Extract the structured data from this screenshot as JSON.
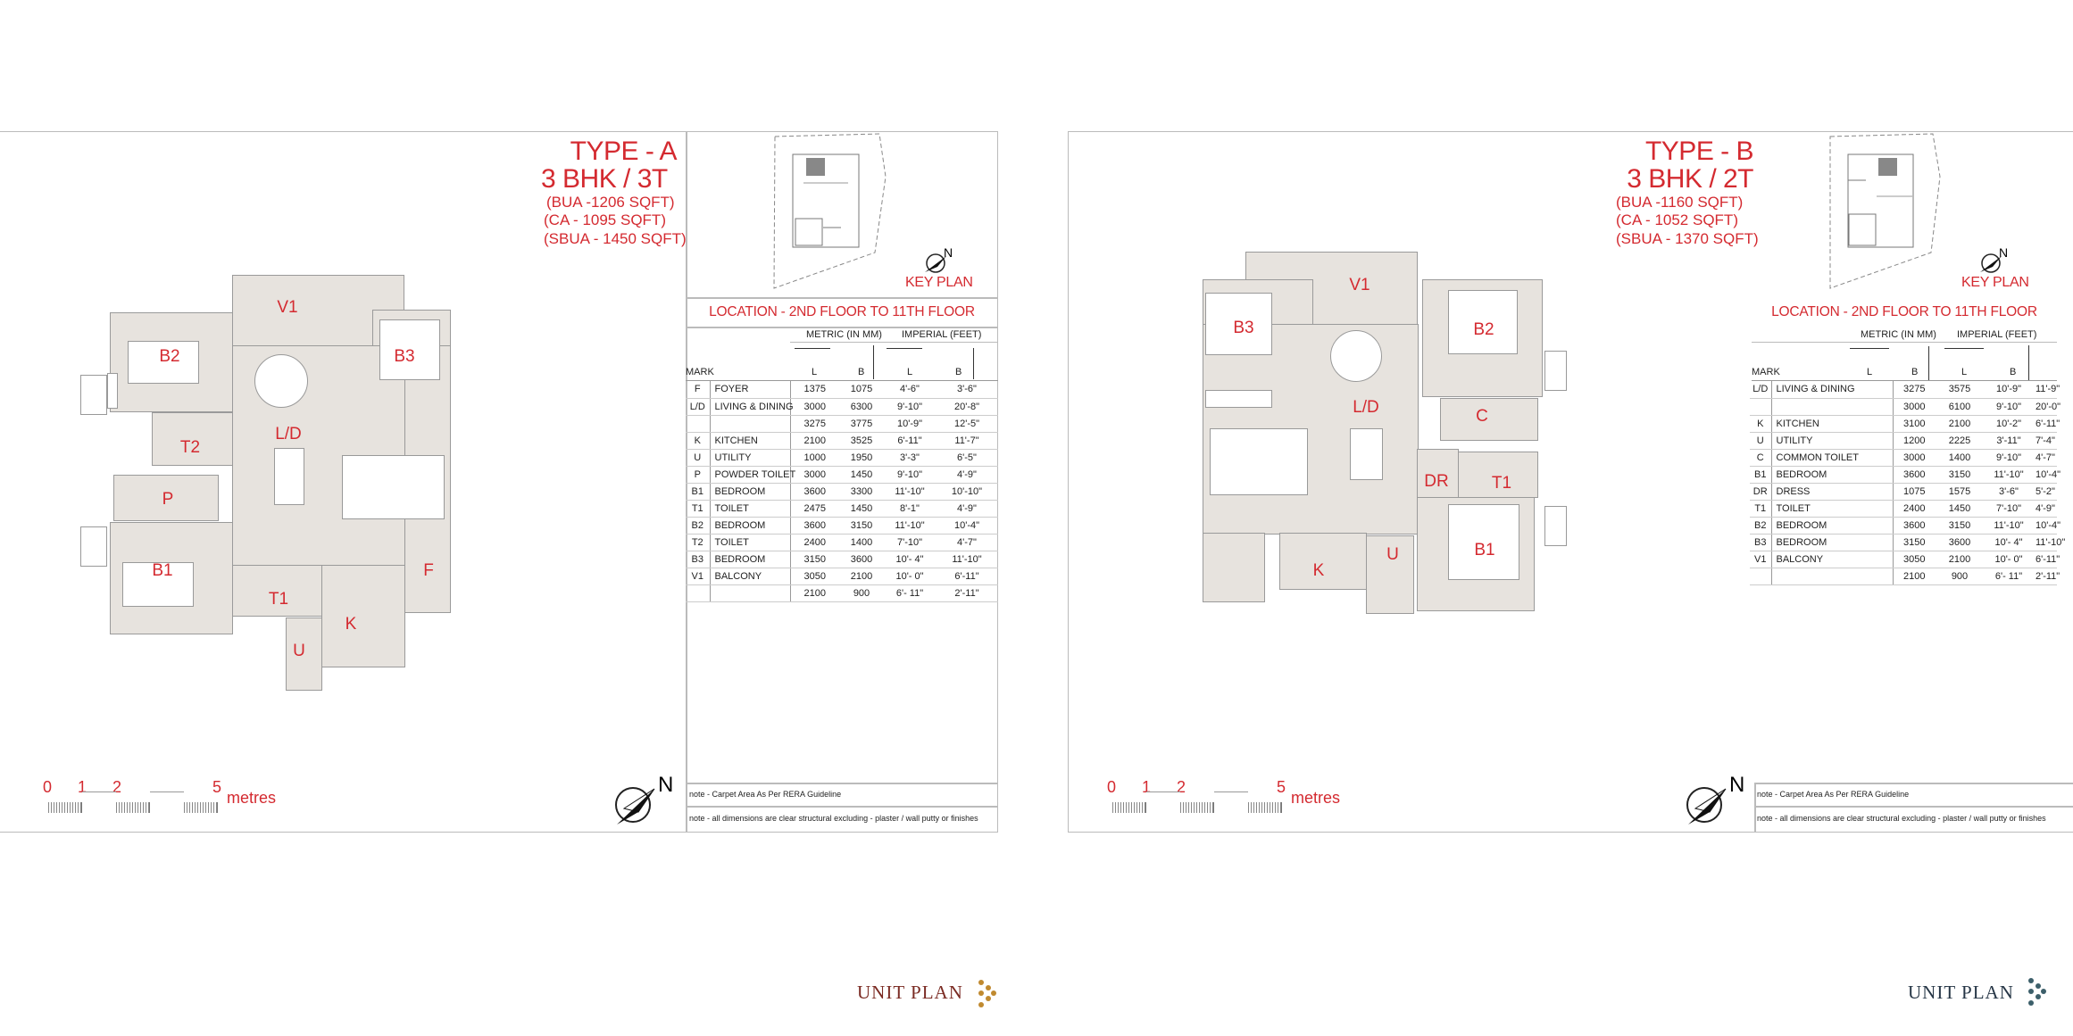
{
  "plans": [
    {
      "type_title": "TYPE - A",
      "config": "3 BHK / 3T",
      "bua": "(BUA -1206 SQFT)",
      "ca": "(CA - 1095 SQFT)",
      "sbua": "(SBUA - 1450 SQFT)",
      "key_plan": "KEY PLAN",
      "north": "N",
      "location": "LOCATION - 2ND FLOOR TO 11TH FLOOR",
      "metric": "METRIC (IN MM)",
      "imperial": "IMPERIAL (FEET)",
      "mark": "MARK",
      "col_l": "L",
      "col_b": "B",
      "rows": [
        [
          "F",
          "FOYER",
          "1375",
          "1075",
          "4'-6\"",
          "3'-6\""
        ],
        [
          "L/D",
          "LIVING & DINING",
          "3000",
          "6300",
          "9'-10\"",
          "20'-8\""
        ],
        [
          "",
          "",
          "3275",
          "3775",
          "10'-9\"",
          "12'-5\""
        ],
        [
          "K",
          "KITCHEN",
          "2100",
          "3525",
          "6'-11\"",
          "11'-7\""
        ],
        [
          "U",
          "UTILITY",
          "1000",
          "1950",
          "3'-3\"",
          "6'-5\""
        ],
        [
          "P",
          "POWDER TOILET",
          "3000",
          "1450",
          "9'-10\"",
          "4'-9\""
        ],
        [
          "B1",
          "BEDROOM",
          "3600",
          "3300",
          "11'-10\"",
          "10'-10\""
        ],
        [
          "T1",
          "TOILET",
          "2475",
          "1450",
          "8'-1\"",
          "4'-9\""
        ],
        [
          "B2",
          "BEDROOM",
          "3600",
          "3150",
          "11'-10\"",
          "10'-4\""
        ],
        [
          "T2",
          "TOILET",
          "2400",
          "1400",
          "7'-10\"",
          "4'-7\""
        ],
        [
          "B3",
          "BEDROOM",
          "3150",
          "3600",
          "10'- 4\"",
          "11'-10\""
        ],
        [
          "V1",
          "BALCONY",
          "3050",
          "2100",
          "10'- 0\"",
          "6'-11\""
        ],
        [
          "",
          "",
          "2100",
          "900",
          "6'- 11\"",
          "2'-11\""
        ]
      ],
      "notes": [
        "note - Carpet Area As Per RERA Guideline",
        "note - all dimensions are clear structural excluding - plaster / wall putty or finishes"
      ],
      "scale": {
        "labels": [
          "0",
          "1",
          "2",
          "5"
        ],
        "unit": "metres"
      },
      "rooms": [
        "V1",
        "B2",
        "B3",
        "L/D",
        "T2",
        "P",
        "B1",
        "T1",
        "K",
        "U",
        "F"
      ],
      "footer": "UNIT PLAN",
      "footer_color": "#7a2a22",
      "dot_color": "#c08a30"
    },
    {
      "type_title": "TYPE - B",
      "config": "3 BHK / 2T",
      "bua": "(BUA -1160 SQFT)",
      "ca": "(CA - 1052 SQFT)",
      "sbua": "(SBUA - 1370 SQFT)",
      "key_plan": "KEY PLAN",
      "north": "N",
      "location": "LOCATION - 2ND FLOOR TO 11TH FLOOR",
      "metric": "METRIC (IN MM)",
      "imperial": "IMPERIAL (FEET)",
      "mark": "MARK",
      "col_l": "L",
      "col_b": "B",
      "rows": [
        [
          "L/D",
          "LIVING & DINING",
          "3275",
          "3575",
          "10'-9\"",
          "11'-9\""
        ],
        [
          "",
          "",
          "3000",
          "6100",
          "9'-10\"",
          "20'-0\""
        ],
        [
          "K",
          "KITCHEN",
          "3100",
          "2100",
          "10'-2\"",
          "6'-11\""
        ],
        [
          "U",
          "UTILITY",
          "1200",
          "2225",
          "3'-11\"",
          "7'-4\""
        ],
        [
          "C",
          "COMMON TOILET",
          "3000",
          "1400",
          "9'-10\"",
          "4'-7\""
        ],
        [
          "B1",
          "BEDROOM",
          "3600",
          "3150",
          "11'-10\"",
          "10'-4\""
        ],
        [
          "DR",
          "DRESS",
          "1075",
          "1575",
          "3'-6\"",
          "5'-2\""
        ],
        [
          "T1",
          "TOILET",
          "2400",
          "1450",
          "7'-10\"",
          "4'-9\""
        ],
        [
          "B2",
          "BEDROOM",
          "3600",
          "3150",
          "11'-10\"",
          "10'-4\""
        ],
        [
          "B3",
          "BEDROOM",
          "3150",
          "3600",
          "10'- 4\"",
          "11'-10\""
        ],
        [
          "V1",
          "BALCONY",
          "3050",
          "2100",
          "10'- 0\"",
          "6'-11\""
        ],
        [
          "",
          "",
          "2100",
          "900",
          "6'- 11\"",
          "2'-11\""
        ]
      ],
      "notes": [
        "note - Carpet Area As Per RERA Guideline",
        "note - all dimensions are clear structural excluding - plaster / wall putty or finishes"
      ],
      "scale": {
        "labels": [
          "0",
          "1",
          "2",
          "5"
        ],
        "unit": "metres"
      },
      "rooms": [
        "V1",
        "B3",
        "L/D",
        "B2",
        "C",
        "DR",
        "T1",
        "B1",
        "K",
        "U"
      ],
      "footer": "UNIT PLAN",
      "footer_color": "#263646",
      "dot_color": "#3c5f6a"
    }
  ]
}
